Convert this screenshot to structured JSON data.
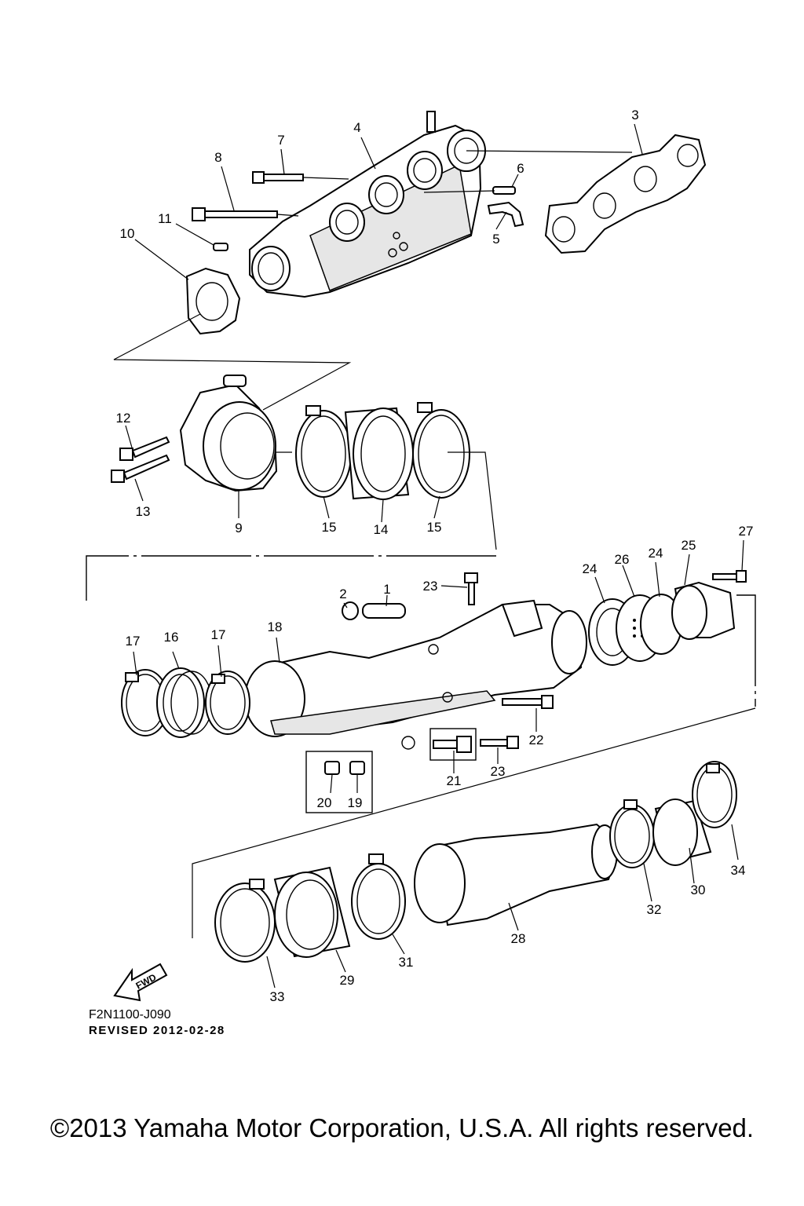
{
  "diagram": {
    "callouts": [
      "1",
      "2",
      "3",
      "4",
      "5",
      "6",
      "7",
      "8",
      "9",
      "10",
      "11",
      "12",
      "13",
      "14",
      "15",
      "15",
      "16",
      "17",
      "17",
      "18",
      "19",
      "20",
      "21",
      "22",
      "23",
      "23",
      "24",
      "24",
      "25",
      "26",
      "27",
      "28",
      "29",
      "30",
      "31",
      "32",
      "33",
      "34"
    ],
    "fwd_label": "FWD"
  },
  "footer": {
    "part_code": "F2N1100-J090",
    "revised": "REVISED 2012-02-28",
    "copyright": "©2013 Yamaha Motor Corporation, U.S.A. All rights reserved."
  }
}
